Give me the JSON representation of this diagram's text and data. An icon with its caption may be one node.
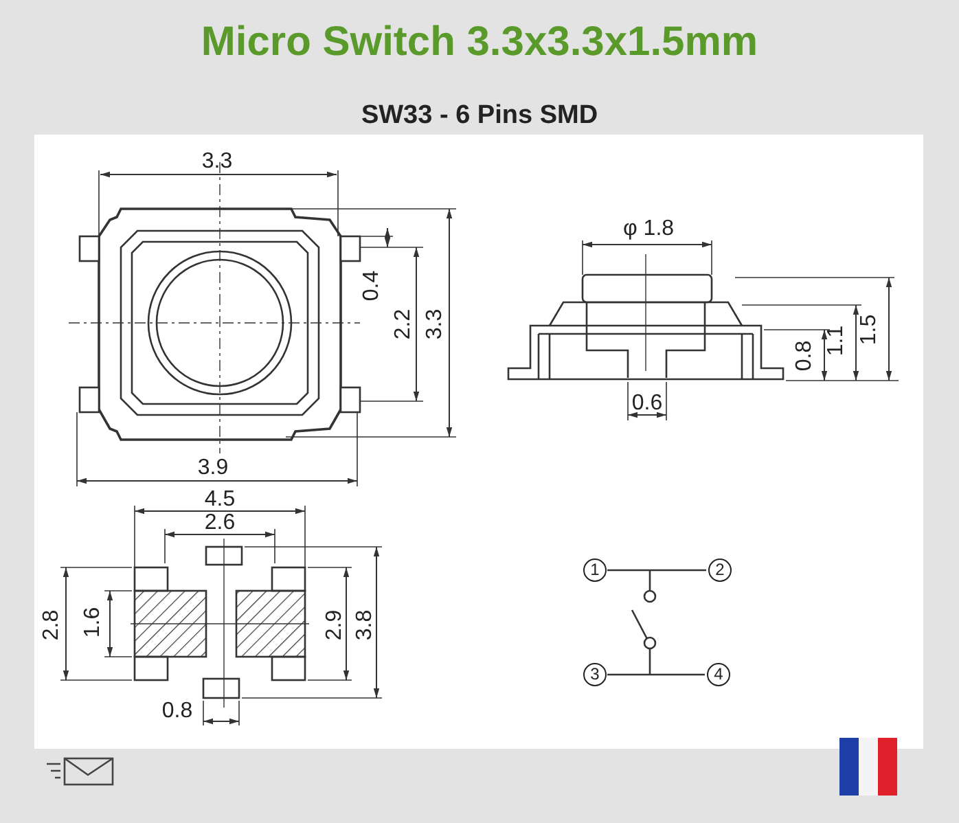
{
  "diagram": {
    "title": "Micro Switch 3.3x3.3x1.5mm",
    "labels": [
      "SW33 - 6 Pins SMD",
      "3.3",
      "0.4",
      "2.2",
      "3.3",
      "3.9",
      "φ 1.8",
      "0.8",
      "1.1",
      "1.5",
      "0.6",
      "4.5",
      "2.6",
      "2.8",
      "1.6",
      "2.9",
      "3.8",
      "0.8",
      "1",
      "2",
      "3",
      "4"
    ]
  }
}
